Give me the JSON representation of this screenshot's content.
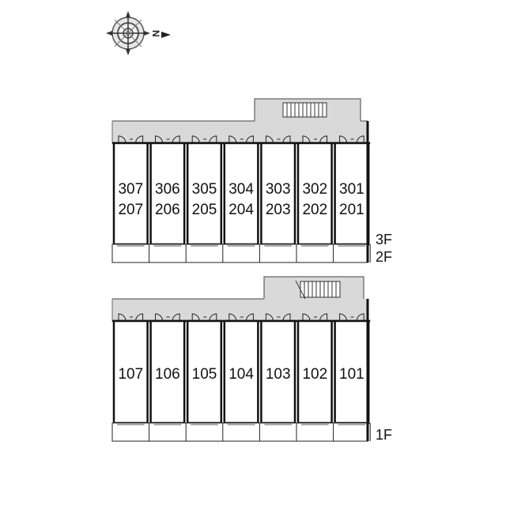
{
  "compass": {
    "north_letter": "N",
    "icon": "compass-rose-icon"
  },
  "upper_block": {
    "units_top": [
      "307",
      "306",
      "305",
      "304",
      "303",
      "302",
      "301"
    ],
    "units_bottom": [
      "207",
      "206",
      "205",
      "204",
      "203",
      "202",
      "201"
    ],
    "floor_labels": [
      "3F",
      "2F"
    ]
  },
  "lower_block": {
    "units": [
      "107",
      "106",
      "105",
      "104",
      "103",
      "102",
      "101"
    ],
    "floor_label": "1F"
  },
  "colors": {
    "corridor": "#d9d9d9",
    "wall": "#111111",
    "background": "#ffffff"
  }
}
